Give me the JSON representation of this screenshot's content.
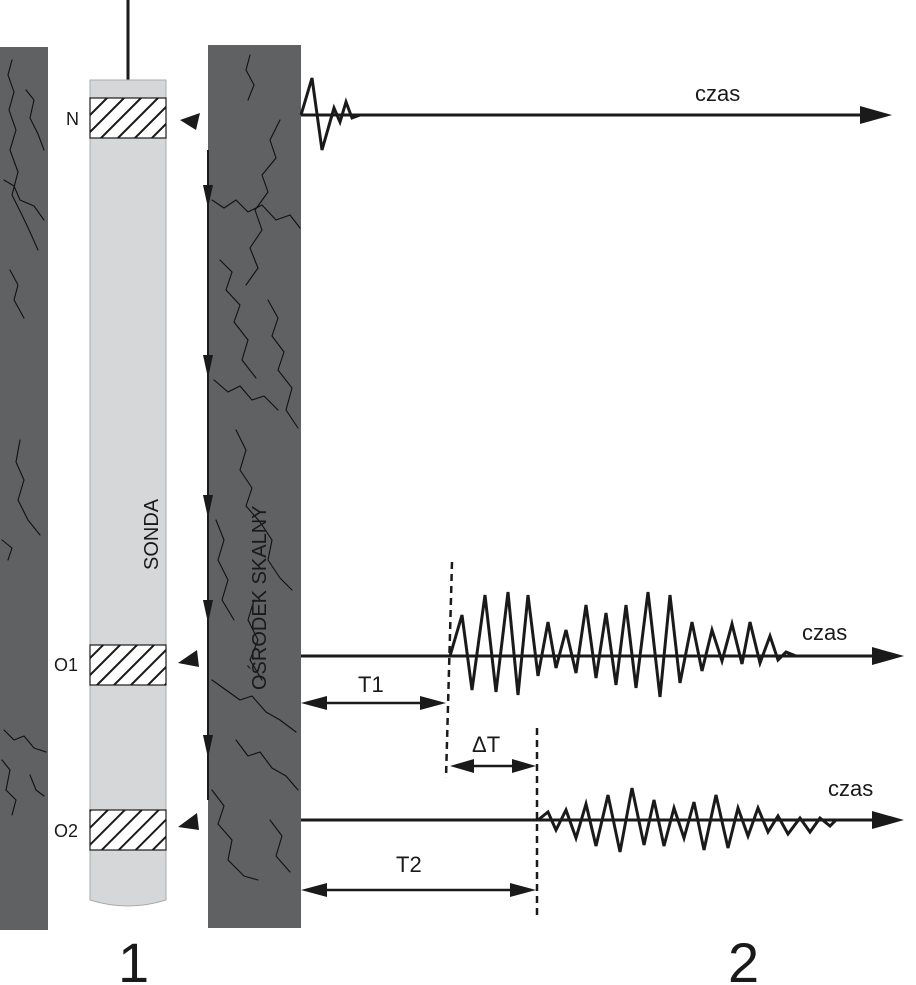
{
  "labels": {
    "transmitter": "N",
    "receiver1": "O1",
    "receiver2": "O2",
    "probe": "SONDA",
    "rock": "OŚRODEK SKALNY",
    "time_top": "czas",
    "time_mid": "czas",
    "time_bottom": "czas",
    "t1": "T1",
    "t2": "T2",
    "delta_t": "ΔT",
    "part1": "1",
    "part2": "2"
  },
  "colors": {
    "rock": "#5f6162",
    "probe": "#d6d7d8",
    "ink": "#1a1a1a"
  }
}
